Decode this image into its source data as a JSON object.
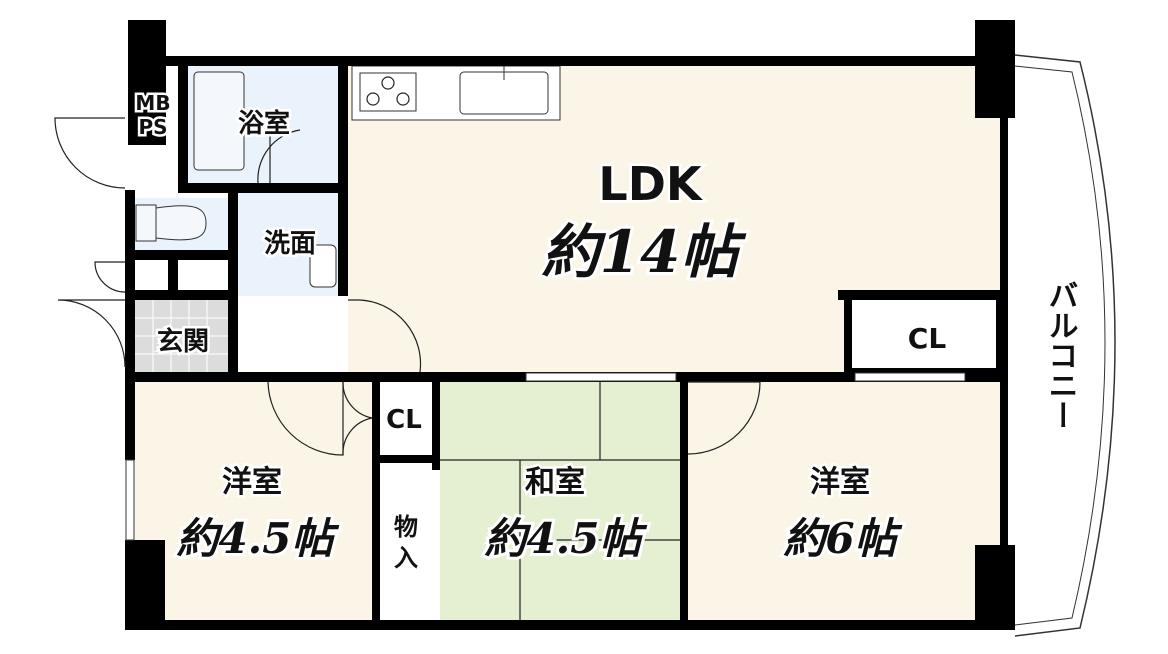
{
  "title": "Floor plan 3LDK",
  "colors": {
    "living": "#faf5e6",
    "wet": "#eaf2fb",
    "tatami": "#e5efd2",
    "entrance": "#dcdcdc",
    "wall": "#000000"
  },
  "rooms": {
    "ldk": {
      "name": "LDK",
      "size": "約14帖"
    },
    "west_left": {
      "name": "洋室",
      "size": "約4.5帖"
    },
    "washitsu": {
      "name": "和室",
      "size": "約4.5帖"
    },
    "west_right": {
      "name": "洋室",
      "size": "約6帖"
    },
    "bath": {
      "name": "浴室"
    },
    "washroom": {
      "name": "洗面"
    },
    "entrance": {
      "name": "玄関"
    },
    "mb": {
      "line1": "MB",
      "line2": "PS"
    },
    "closet_ldk": {
      "name": "CL"
    },
    "closet_small": {
      "name": "CL"
    },
    "storage": {
      "line1": "物",
      "line2": "入"
    },
    "balcony": {
      "name": "バルコニー"
    }
  }
}
